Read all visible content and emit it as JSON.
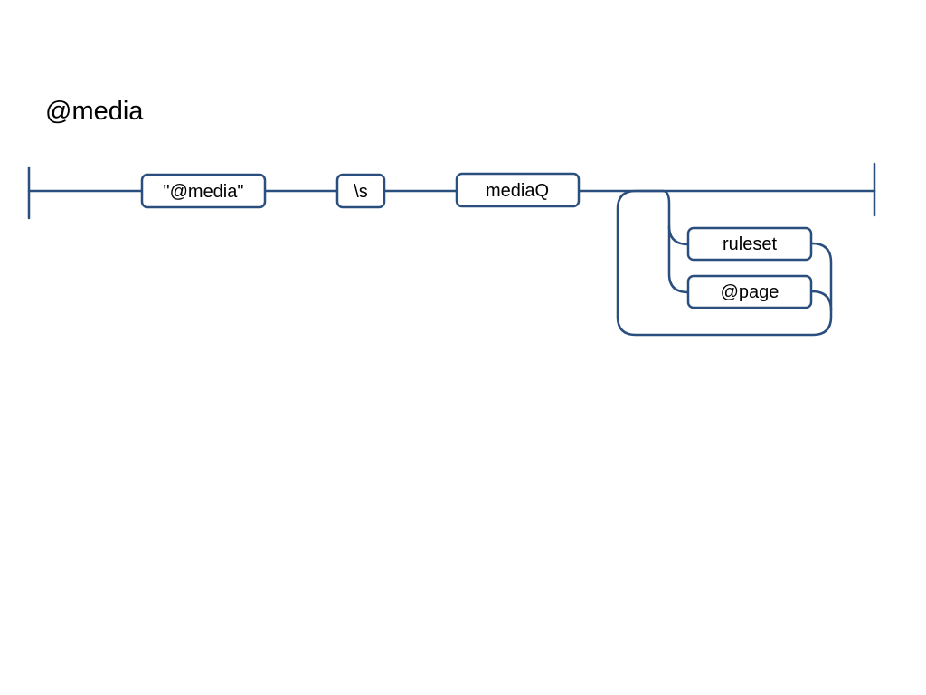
{
  "title": "@media",
  "colors": {
    "line": "#2a4f7e",
    "text": "#000000",
    "background": "#ffffff"
  },
  "nodes": {
    "literal_media": "\"@media\"",
    "whitespace": "\\s",
    "media_query": "mediaQ",
    "ruleset": "ruleset",
    "page": "@page"
  }
}
